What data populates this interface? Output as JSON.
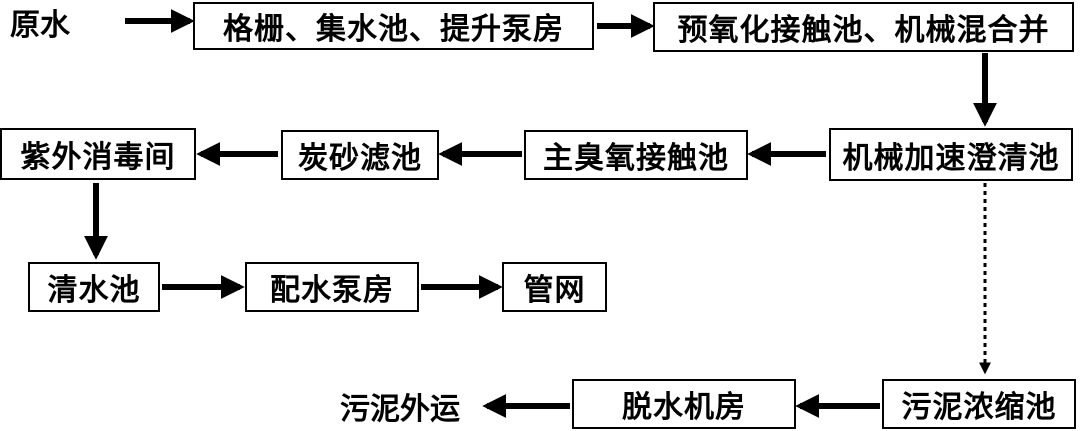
{
  "nodes": {
    "raw_water": "原水",
    "screen_tank": "格栅、集水池、提升泵房",
    "preox_tank": "预氧化接触池、机械混合并",
    "clarifier": "机械加速澄清池",
    "ozone_tank": "主臭氧接触池",
    "carbon_filter": "炭砂滤池",
    "uv_room": "紫外消毒间",
    "clear_well": "清水池",
    "pump_room": "配水泵房",
    "pipe_network": "管网",
    "sludge_thickener": "污泥浓缩池",
    "dewatering_room": "脱水机房",
    "sludge_out": "污泥外运"
  },
  "edges": [
    {
      "from": "raw_water",
      "to": "screen_tank",
      "style": "solid"
    },
    {
      "from": "screen_tank",
      "to": "preox_tank",
      "style": "solid"
    },
    {
      "from": "preox_tank",
      "to": "clarifier",
      "style": "solid"
    },
    {
      "from": "clarifier",
      "to": "ozone_tank",
      "style": "solid"
    },
    {
      "from": "ozone_tank",
      "to": "carbon_filter",
      "style": "solid"
    },
    {
      "from": "carbon_filter",
      "to": "uv_room",
      "style": "solid"
    },
    {
      "from": "uv_room",
      "to": "clear_well",
      "style": "solid"
    },
    {
      "from": "clear_well",
      "to": "pump_room",
      "style": "solid"
    },
    {
      "from": "pump_room",
      "to": "pipe_network",
      "style": "solid"
    },
    {
      "from": "clarifier",
      "to": "sludge_thickener",
      "style": "dotted"
    },
    {
      "from": "sludge_thickener",
      "to": "dewatering_room",
      "style": "solid"
    },
    {
      "from": "dewatering_room",
      "to": "sludge_out",
      "style": "solid"
    }
  ],
  "colors": {
    "stroke": "#000000",
    "fill": "#ffffff"
  }
}
